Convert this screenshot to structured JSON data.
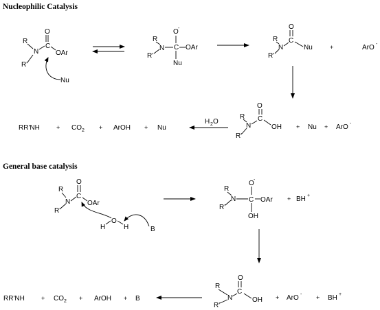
{
  "headings": {
    "nucleophilic": "Nucleophilic Catalysis",
    "general_base": "General base catalysis"
  },
  "atoms": {
    "R": "R",
    "Rp": "R'",
    "N": "N",
    "C": "C",
    "O": "O",
    "OAr": "OAr",
    "OH": "OH",
    "Nu": "Nu",
    "H": "H",
    "B": "B",
    "minus": "-",
    "plus_charge": "+"
  },
  "nucleophilic": {
    "product_aro": "ArO",
    "over_arrow": "H",
    "over_arrow_sub": "2",
    "over_arrow_tail": "O",
    "mid_nu": "Nu",
    "mid_aro": "ArO",
    "bottom": {
      "amine": "RR'NH",
      "co2": "CO",
      "co2_sub": "2",
      "aroh": "ArOH",
      "nu": "Nu"
    }
  },
  "general_base": {
    "bh": "BH",
    "mid_aro": "ArO",
    "mid_bh": "BH",
    "bottom": {
      "amine": "RR'NH",
      "co2": "CO",
      "co2_sub": "2",
      "aroh": "ArOH",
      "b": "B"
    }
  },
  "plus": "+"
}
